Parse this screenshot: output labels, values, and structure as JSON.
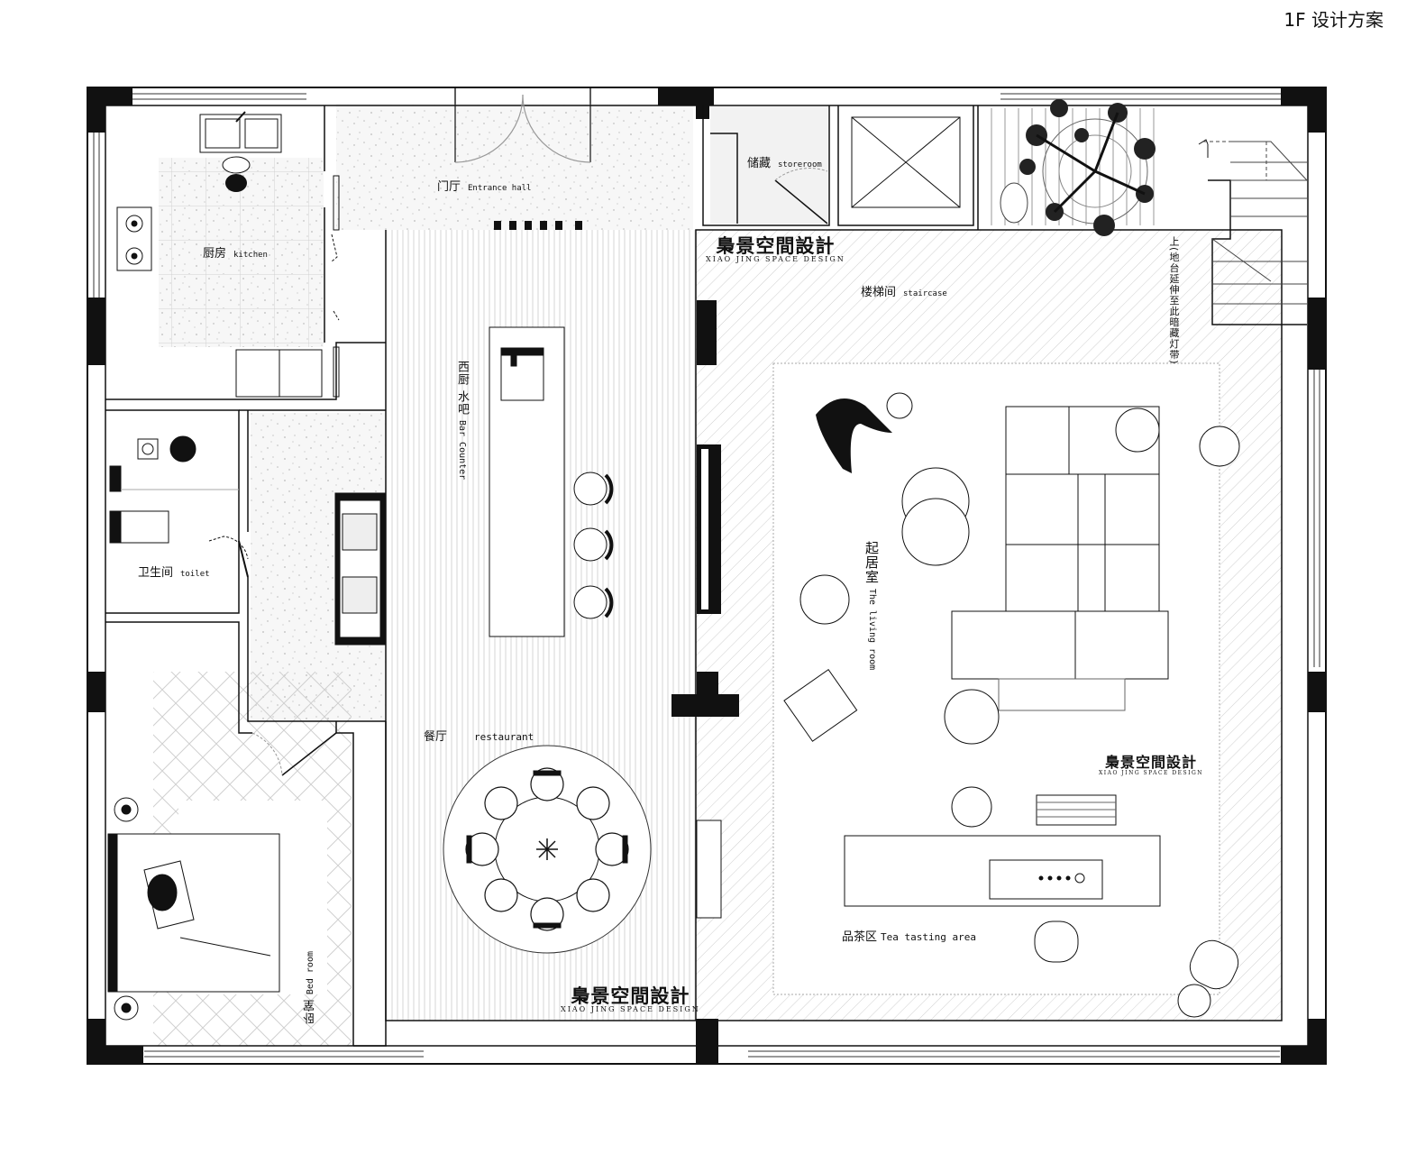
{
  "sheet_title": "1F 设计方案",
  "brand": {
    "name_cn": "梟景空間設計",
    "name_en": "XIAO JING SPACE DESIGN"
  },
  "rooms": {
    "kitchen": {
      "cn": "厨房",
      "en": "kitchen"
    },
    "entrance": {
      "cn": "门厅",
      "en": "Entrance hall"
    },
    "storeroom": {
      "cn": "储藏",
      "en": "storeroom"
    },
    "staircase": {
      "cn": "楼梯间",
      "en": "staircase"
    },
    "bar": {
      "cn": "西厨 水吧",
      "en": "Bar Counter"
    },
    "toilet": {
      "cn": "卫生间",
      "en": "toilet"
    },
    "restaurant": {
      "cn": "餐厅",
      "en": "restaurant"
    },
    "living": {
      "cn": "起居室",
      "en": "The living room"
    },
    "tea": {
      "cn": "品茶区",
      "en": "Tea tasting area"
    },
    "bedroom": {
      "cn": "卧室",
      "en": "Bed room"
    }
  },
  "stair_note": "上(地台延伸至此暗藏灯带)"
}
